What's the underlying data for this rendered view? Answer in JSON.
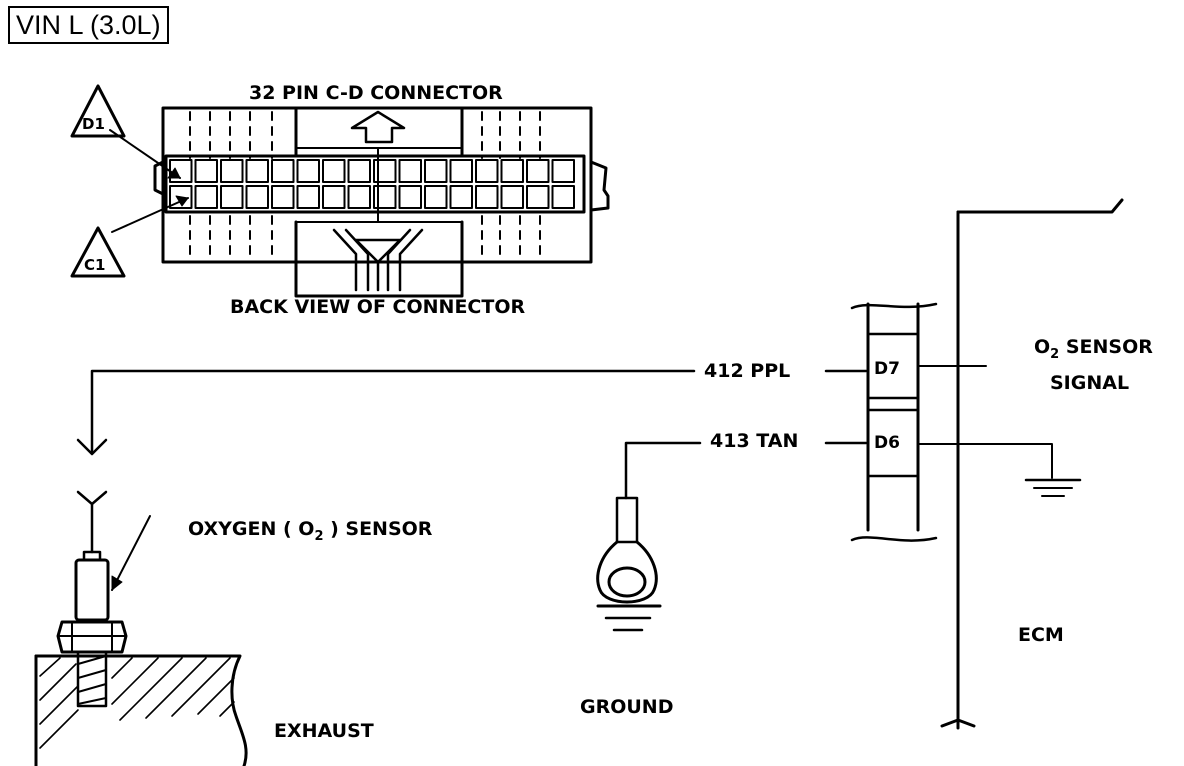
{
  "title": "VIN L (3.0L)",
  "connector": {
    "heading": "32 PIN C-D CONNECTOR",
    "caption": "BACK VIEW OF CONNECTOR",
    "pin_d1": "D1",
    "pin_c1": "C1"
  },
  "wires": {
    "purple_label": "412 PPL",
    "tan_label": "413 TAN"
  },
  "ecm": {
    "pin_d7": "D7",
    "pin_d6": "D6",
    "signal_line1_pre": "O",
    "signal_line1_sub": "2",
    "signal_line1_post": " SENSOR",
    "signal_line2": "SIGNAL",
    "label": "ECM"
  },
  "sensor": {
    "label_pre": "OXYGEN ( O",
    "label_sub": "2",
    "label_post": " ) SENSOR"
  },
  "ground_label": "GROUND",
  "exhaust_label": "EXHAUST",
  "colors": {
    "ink": "#000000",
    "paper": "#ffffff"
  }
}
